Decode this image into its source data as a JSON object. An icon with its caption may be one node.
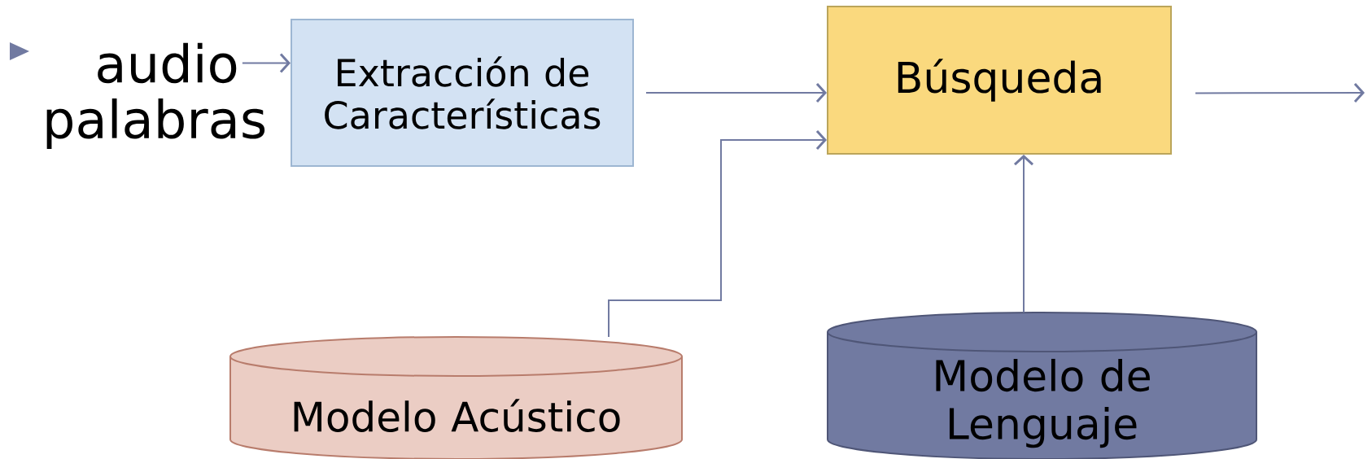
{
  "diagram": {
    "nodes": [
      {
        "text": [
          "audio"
        ]
      },
      {
        "text": [
          "Extracción de Características"
        ]
      },
      {
        "text": [
          "Búsqueda"
        ]
      },
      {
        "text": [
          "Modelo Acústico"
        ]
      },
      {
        "text": [
          "Modelo de Lenguaje"
        ]
      }
    ],
    "edges": [
      {
        "from": 0,
        "to": 1,
        "arrow": "to"
      },
      {
        "from": 1,
        "to": 2,
        "arrow": "to"
      },
      {
        "from": 2,
        "to": null,
        "arrow": "to"
      },
      {
        "from": 3,
        "to": 2,
        "arrow": "to"
      },
      {
        "from": 4,
        "to": 2,
        "arrow": "to"
      }
    ],
    "labels": [
      "palabras"
    ]
  }
}
